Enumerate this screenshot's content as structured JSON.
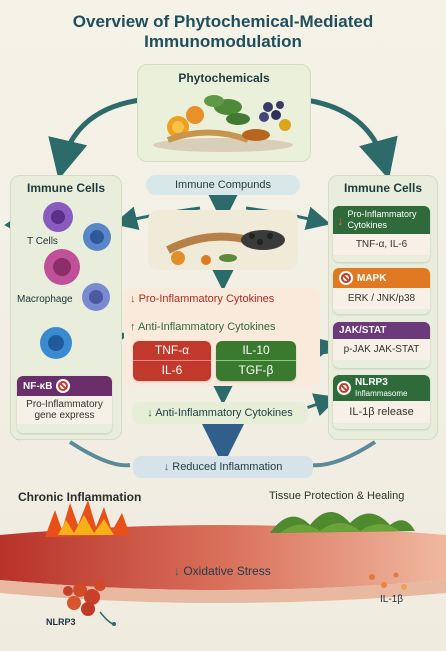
{
  "title_line1": "Overview of Phytochemical-Mediated",
  "title_line2": "Immunomodulation",
  "top": {
    "label": "Phytochemicals"
  },
  "left": {
    "header": "Immune Cells",
    "t_cells": "T Cells",
    "macrophage": "Macrophage",
    "nfkb": {
      "title": "NF-κB",
      "line1": "Pro-Inflammatory",
      "line2": "gene express"
    }
  },
  "center": {
    "header": "Immune Compunds",
    "pro_label": "Pro-Inflammatory Cytokines",
    "anti_label": "Anti-Inflammatory Cytokines",
    "pro_cytokines": [
      "TNF-α",
      "IL-6"
    ],
    "anti_cytokines": [
      "IL-10",
      "TGF-β"
    ],
    "anti_bottom": "Anti-Inflammatory Cytokines"
  },
  "right": {
    "header": "Immune Cells",
    "cards": [
      {
        "title": "Pro-Inflammatory",
        "title2": "Cytokines",
        "body": "TNF-α, IL-6",
        "color": "#2f6b3a"
      },
      {
        "title": "MAPK",
        "title2": "",
        "body": "ERK / JNK/p38",
        "color": "#e07a22"
      },
      {
        "title": "JAK/STAT",
        "title2": "",
        "body": "p-JAK  JAK-STAT",
        "color": "#6a3a7a"
      },
      {
        "title": "NLRP3",
        "title2": "Inflammasome",
        "body": "IL-1β release",
        "color": "#2f6b3a"
      }
    ]
  },
  "reduced": "Reduced Inflammation",
  "bottom": {
    "chronic": "Chronic Inflammation",
    "tissue": "Tissue Protection & Healing",
    "oxidative": "Oxidative Stress",
    "nlrp3": "NLRP3",
    "il1b": "IL-1β"
  },
  "colors": {
    "teal": "#2d6b6b",
    "red": "#c0392b",
    "green": "#3a7a2e",
    "blue": "#2f5f8a"
  }
}
